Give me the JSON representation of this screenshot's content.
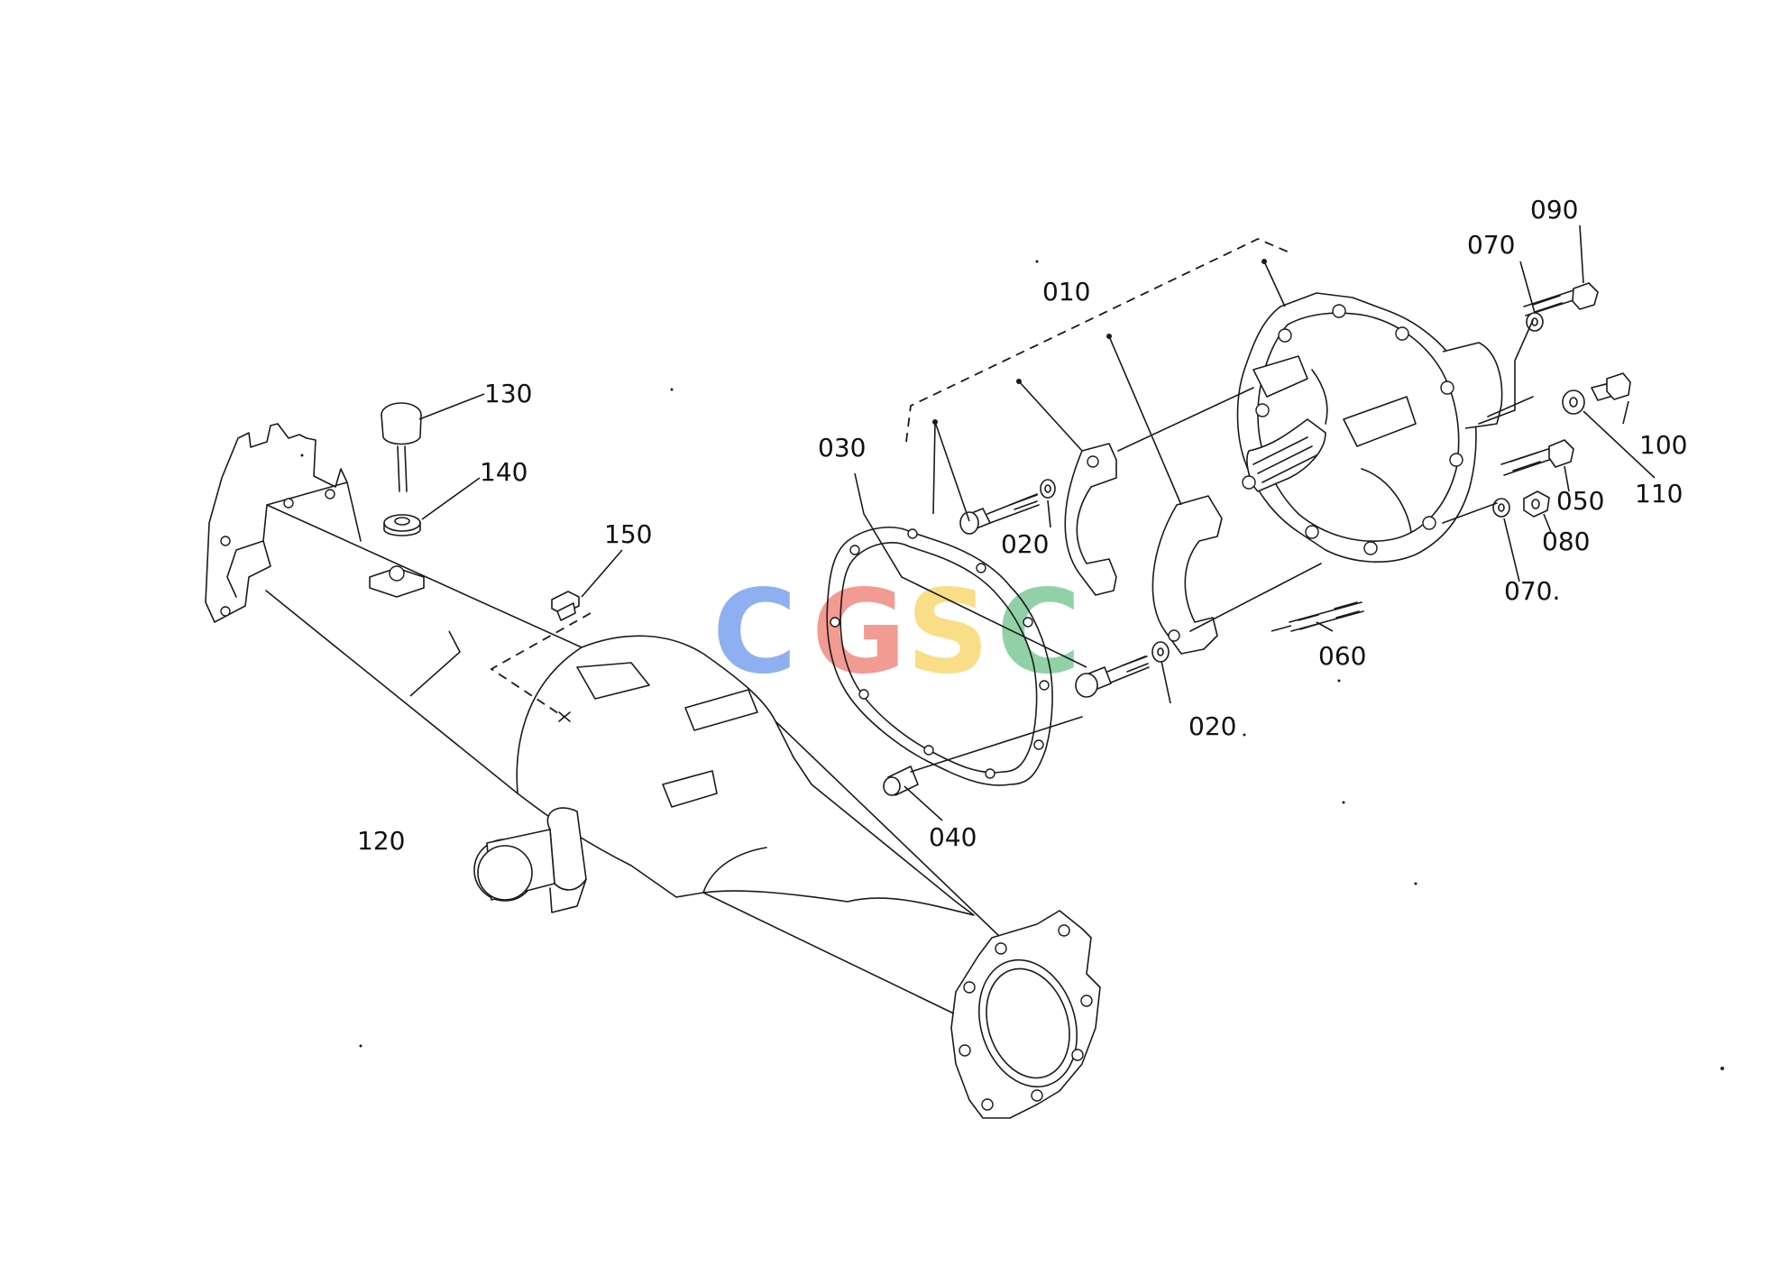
{
  "watermark": {
    "letters": [
      "C",
      "G",
      "S",
      "C"
    ],
    "colors": [
      "#7ba3f0",
      "#f08a80",
      "#f8d873",
      "#7fc99a"
    ]
  },
  "callouts": {
    "c010": "010",
    "c020a": "020",
    "c020b": "020",
    "c030": "030",
    "c040": "040",
    "c050": "050",
    "c060": "060",
    "c070a": "070",
    "c070b": "070.",
    "c080": "080",
    "c090": "090",
    "c100": "100",
    "c110": "110",
    "c120": "120",
    "c130": "130",
    "c140": "140",
    "c150": "150"
  }
}
